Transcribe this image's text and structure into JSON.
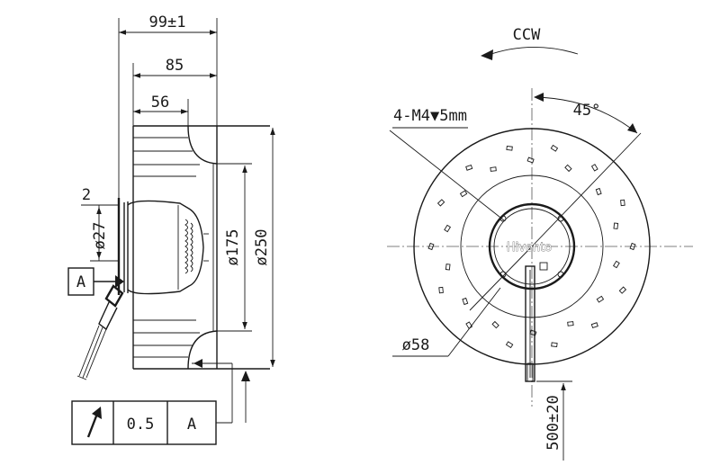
{
  "side_view": {
    "dims": {
      "overall_depth": "99±1",
      "impeller_depth": "85",
      "motor_depth": "56",
      "flange": "2",
      "shaft_dia": "ø27",
      "inner_dia": "ø175",
      "outer_dia": "ø250"
    },
    "datum": "A",
    "tolerance": {
      "value": "0.5",
      "datum": "A"
    }
  },
  "front_view": {
    "rotation": "CCW",
    "mount": "4-M4▼5mm",
    "angle": "45°",
    "hub_dia": "ø58",
    "brand": "Hivento",
    "cable_length": "500±20"
  }
}
